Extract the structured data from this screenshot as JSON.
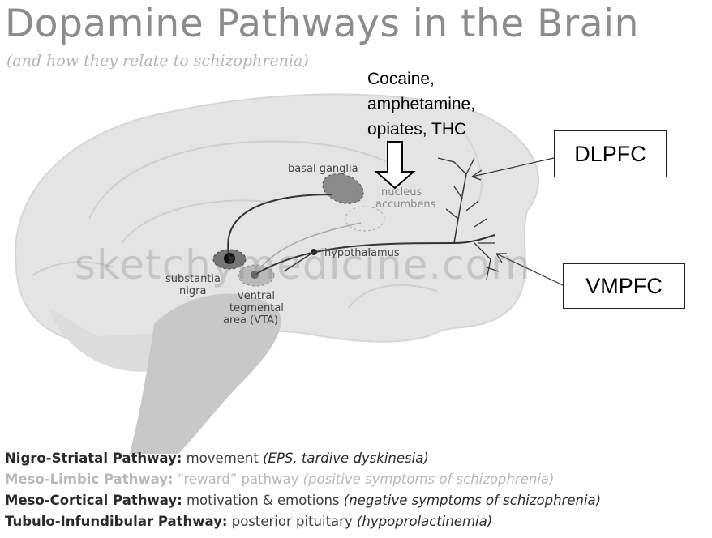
{
  "title": "Dopamine Pathways in the Brain",
  "subtitle": "(and how they relate to schizophrenia)",
  "callout": {
    "lines": [
      "Cocaine,",
      "amphetamine,",
      "opiates, THC"
    ]
  },
  "boxes": {
    "dlpfc": "DLPFC",
    "vmpfc": "VMPFC"
  },
  "labels": {
    "basal_ganglia": "basal ganglia",
    "nucleus": "nucleus",
    "accumbens": "accumbens",
    "substantia": "substantia",
    "nigra": "nigra",
    "hypothalamus": "hypothalamus",
    "ventral": "ventral",
    "tegmental": "tegmental",
    "vta": "area (VTA)"
  },
  "watermark": "sketchymedicine.com",
  "legend": [
    {
      "name": "Nigro-Striatal Pathway:",
      "desc": " movement ",
      "detail": "(EPS, tardive dyskinesia)",
      "style": "dark"
    },
    {
      "name": "Meso-Limbic Pathway:",
      "desc": " “reward” pathway ",
      "detail": "(positive symptoms of schizophrenia)",
      "style": "light"
    },
    {
      "name": "Meso-Cortical Pathway:",
      "desc": " motivation & emotions ",
      "detail": "(negative symptoms of schizophrenia)",
      "style": "dark"
    },
    {
      "name": "Tubulo-Infundibular Pathway:",
      "desc": " posterior pituitary ",
      "detail": "(hypoprolactinemia)",
      "style": "dark"
    }
  ],
  "colors": {
    "title": "#8c8c8c",
    "brain_fill": "#e4e4e4",
    "brainstem_fill": "#c8c8c8",
    "pathway": "#333333"
  }
}
